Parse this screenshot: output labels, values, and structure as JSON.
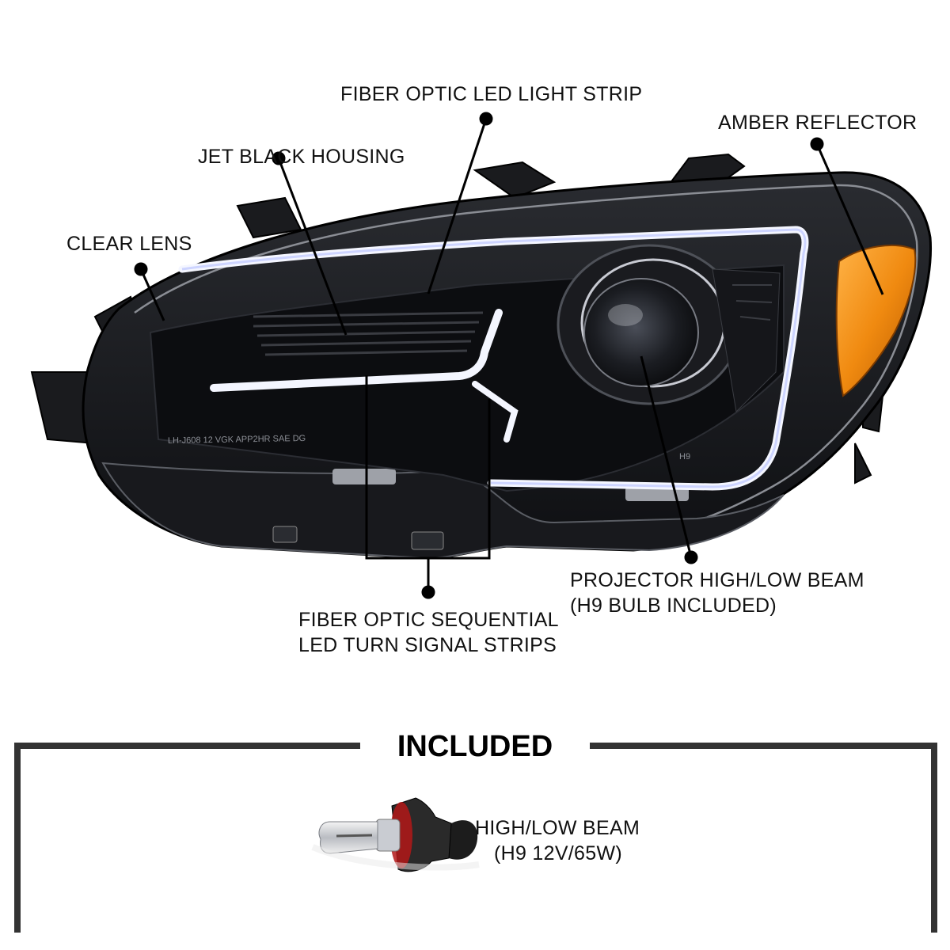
{
  "callouts": {
    "fiber_strip": "FIBER OPTIC LED LIGHT STRIP",
    "amber_reflector": "AMBER REFLECTOR",
    "jet_black_housing": "JET BLACK HOUSING",
    "clear_lens": "CLEAR LENS",
    "projector": {
      "line1": "PROJECTOR HIGH/LOW BEAM",
      "line2": "(H9 BULB INCLUDED)"
    },
    "sequential": {
      "line1": "FIBER OPTIC SEQUENTIAL",
      "line2": "LED TURN SIGNAL STRIPS"
    }
  },
  "lens_markings": {
    "text": "LH-J608 12 VGK APP2HR SAE DG",
    "bulb_code": "H9"
  },
  "included": {
    "title": "INCLUDED",
    "bulb_line1": "HIGH/LOW BEAM",
    "bulb_line2": "(H9 12V/65W)"
  },
  "colors": {
    "housing": "#101114",
    "amber": "#f08a10",
    "led_strip": "#f4f6ff",
    "frame": "#333333",
    "text": "#111111"
  }
}
